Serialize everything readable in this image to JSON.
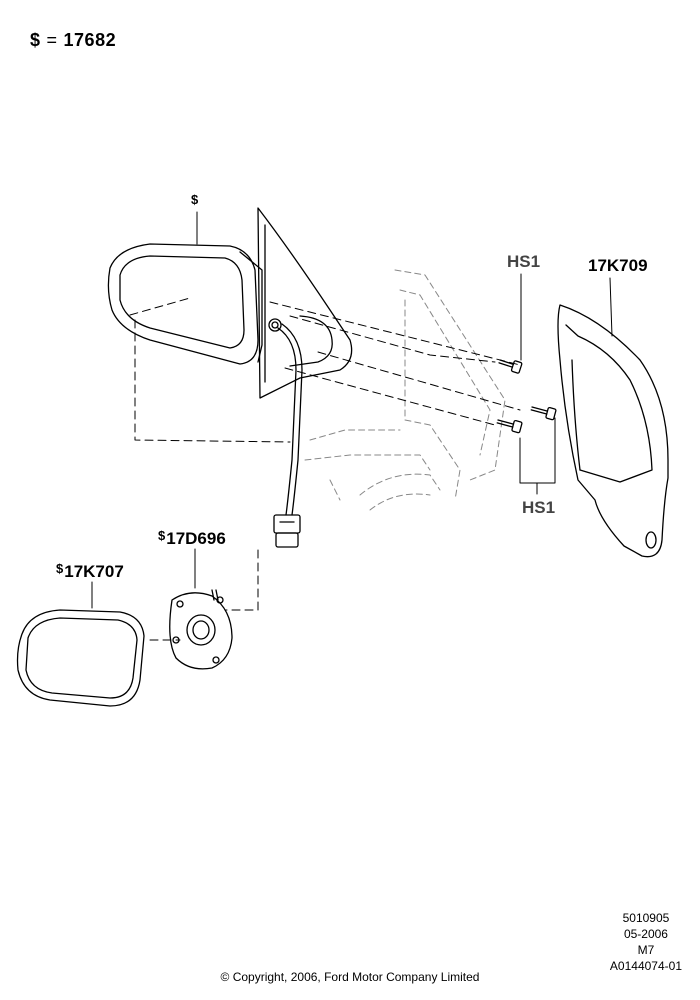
{
  "legend": {
    "symbol": "$",
    "equals": "=",
    "value": "17682"
  },
  "callouts": {
    "mirror_assembly": "$",
    "hs1_top": "HS1",
    "hs1_bottom": "HS1",
    "cover": "17K709",
    "motor": {
      "symbol": "$",
      "part": "17D696"
    },
    "glass": {
      "symbol": "$",
      "part": "17K707"
    }
  },
  "meta": {
    "ref1": "5010905",
    "date": "05-2006",
    "model": "M7",
    "drawing_no": "A0144074-01"
  },
  "copyright": "© Copyright, 2006, Ford Motor Company Limited"
}
